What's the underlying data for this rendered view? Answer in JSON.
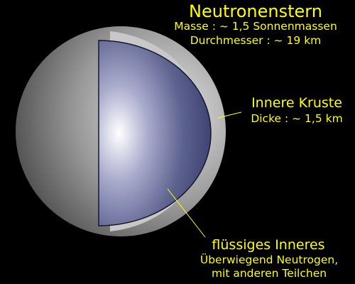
{
  "colors": {
    "background": "#000000",
    "text": "#ffff00",
    "leader_line": "#ffff00",
    "crust": "#c8c8c8",
    "outer_sphere": "#9e9e9e",
    "interior": "#454a78"
  },
  "diagram": {
    "title": "Neutronenstern",
    "mass": "Masse : ~ 1,5 Sonnenmassen",
    "diameter": "Durchmesser : ~ 19 km",
    "crust": {
      "label": "Innere Kruste",
      "thickness": "Dicke : ~ 1,5 km"
    },
    "interior": {
      "label": "flüssiges Inneres",
      "description_line1": "Überwiegend Neutrogen,",
      "description_line2": "mit anderen Teilchen"
    }
  }
}
